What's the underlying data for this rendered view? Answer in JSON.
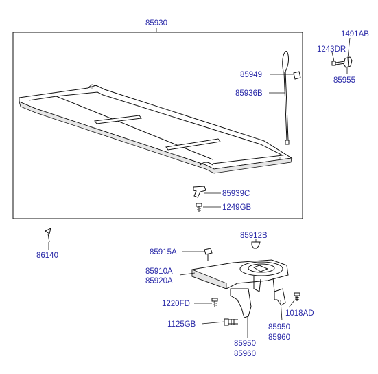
{
  "labels": {
    "p85930": "85930",
    "p1491AB": "1491AB",
    "p1243DR": "1243DR",
    "p85955": "85955",
    "p85949": "85949",
    "p85936B": "85936B",
    "p85939C": "85939C",
    "p1249GB": "1249GB",
    "p86140": "86140",
    "p85912B": "85912B",
    "p85915A": "85915A",
    "p85910A": "85910A",
    "p85920A": "85920A",
    "p1220FD": "1220FD",
    "p1018AD": "1018AD",
    "p85950a": "85950",
    "p85960a": "85960",
    "p1125GB": "1125GB",
    "p85950b": "85950",
    "p85960b": "85960"
  },
  "colors": {
    "label": "#2a2aa8",
    "line": "#111111"
  }
}
